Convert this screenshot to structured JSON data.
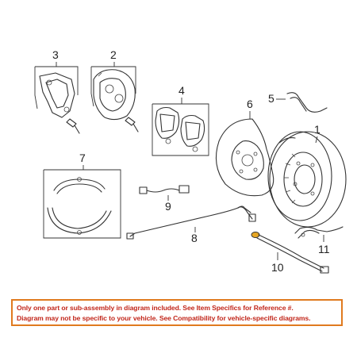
{
  "callouts": {
    "c1": "1",
    "c2": "2",
    "c3": "3",
    "c4": "4",
    "c5": "5",
    "c6": "6",
    "c7": "7",
    "c8": "8",
    "c9": "9",
    "c10": "10",
    "c11": "11"
  },
  "disclaimer": {
    "line1": "Only one part or sub-assembly in diagram included. See Item Specifics for Reference #.",
    "line2": "Diagram may not be specific to your vehicle. See Compatibility for vehicle-specific diagrams."
  },
  "colors": {
    "border": "#e07a1f",
    "text": "#c2261a",
    "line": "#333333"
  }
}
